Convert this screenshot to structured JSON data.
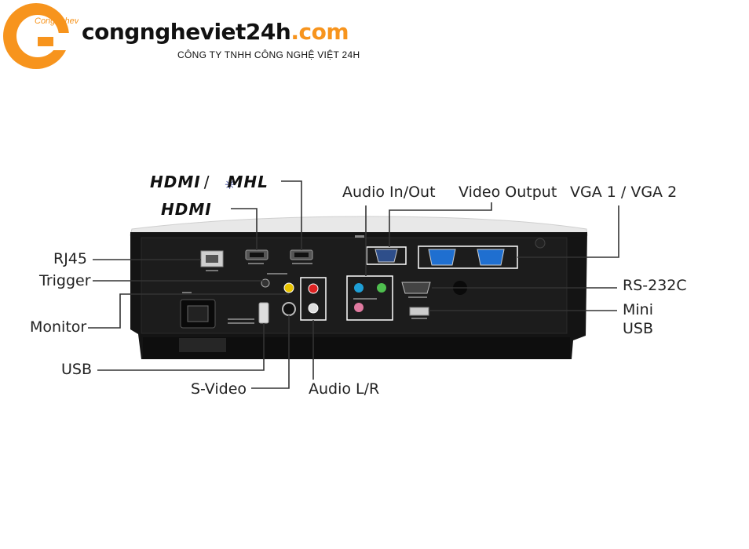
{
  "brand": {
    "logo_text": "Congngheviet24h",
    "name_main": "congngheviet24h",
    "name_tld": ".com",
    "company": "CÔNG TY TNHH CÔNG NGHỆ VIỆT 24H",
    "accent": "#f7941d"
  },
  "labels": {
    "hdmi_mhl_hdmi": "HDMI",
    "hdmi_mhl_sep": "/",
    "hdmi_mhl_mhl": "MHL",
    "hdmi": "HDMI",
    "audio_in_out": "Audio In/Out",
    "video_output": "Video Output",
    "vga": "VGA 1 / VGA 2",
    "rj45": "RJ45",
    "trigger": "Trigger",
    "monitor": "Monitor",
    "rs232c": "RS-232C",
    "mini_usb_line1": "Mini",
    "mini_usb_line2": "USB",
    "usb": "USB",
    "svideo": "S-Video",
    "audio_lr": "Audio L/R"
  },
  "colors": {
    "line": "#333333",
    "panel": "#151515",
    "body_top": "#e9e9e9"
  }
}
